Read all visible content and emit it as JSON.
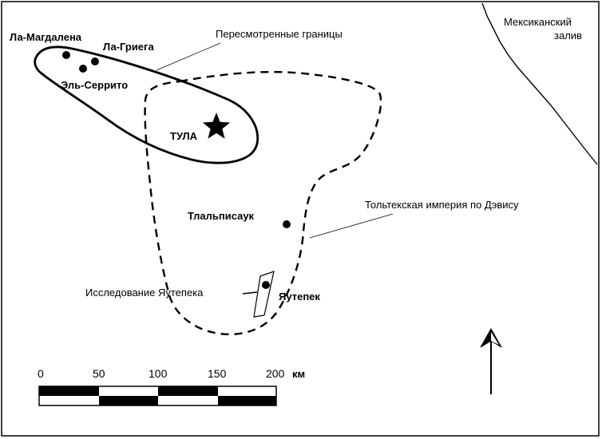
{
  "map": {
    "sea_label_line1": "Мексиканский",
    "sea_label_line2": "залив",
    "revised_boundary_label": "Пересмотренные границы",
    "davis_empire_label": "Тольтекская империя по Дэвису",
    "yautepec_survey_label": "Исследование Яутепека",
    "north_arrow": "north-arrow-icon"
  },
  "places": {
    "la_magdalena": "Ла-Магдалена",
    "la_griega": "Ла-Гриега",
    "el_cerrito": "Эль-Серрито",
    "tula": "ТУЛА",
    "tlalpisauak": "Тлальписаук",
    "yautepec": "Яутепек"
  },
  "scale": {
    "ticks": [
      "0",
      "50",
      "100",
      "150",
      "200"
    ],
    "unit": "км"
  }
}
